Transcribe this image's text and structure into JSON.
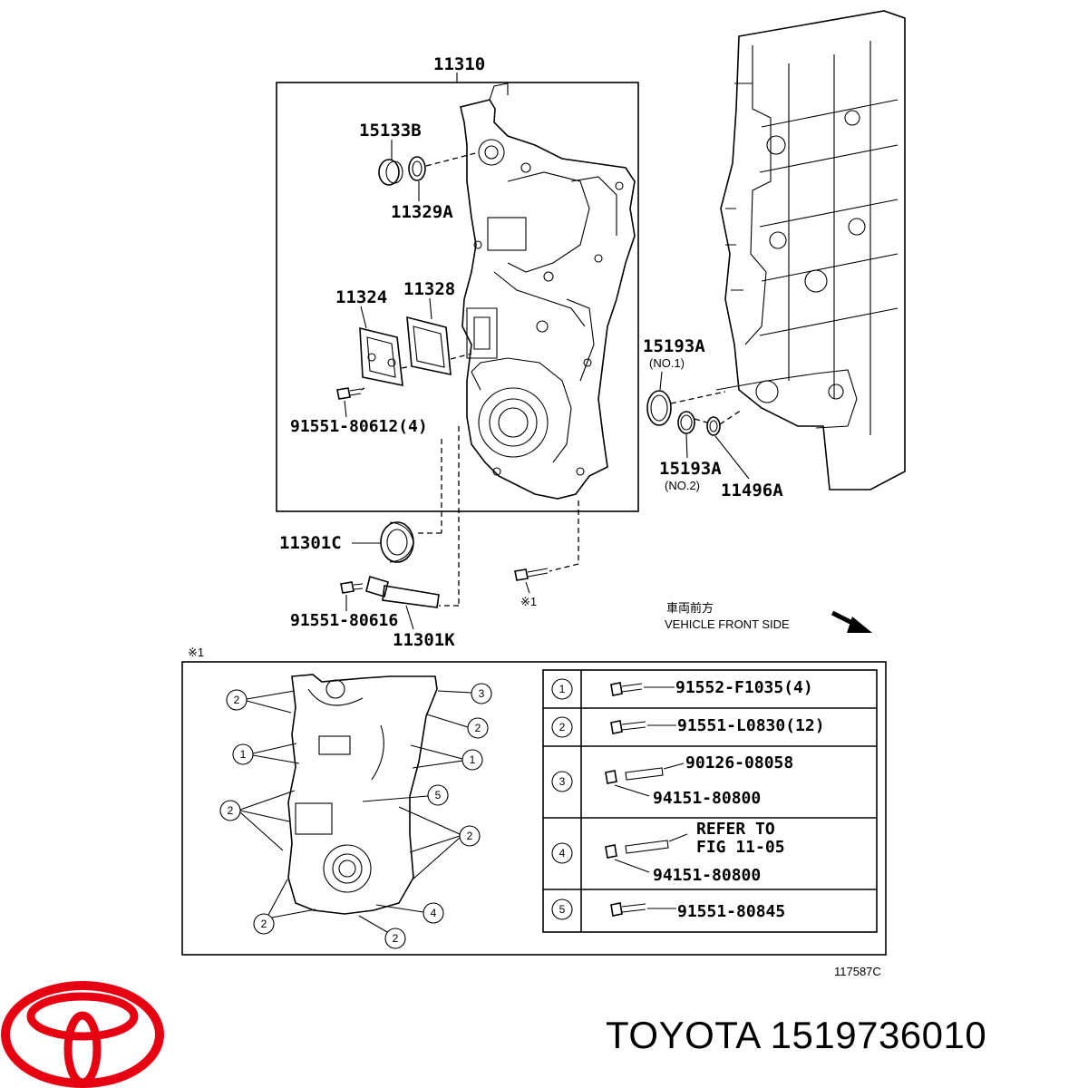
{
  "parts": {
    "p11310": "11310",
    "p15133B": "15133B",
    "p11329A": "11329A",
    "p11324": "11324",
    "p11328": "11328",
    "p91551_80612": "91551-80612(4)",
    "p15193A_top": "15193A",
    "no1": "(NO.1)",
    "p15193A_bot": "15193A",
    "no2": "(NO.2)",
    "p11496A": "11496A",
    "p11301C": "11301C",
    "p91551_80616": "91551-80616",
    "p11301K": "11301K",
    "ref_mark": "※1",
    "ref_mark2": "※1"
  },
  "direction": {
    "jp": "車両前方",
    "en": "VEHICLE FRONT SIDE"
  },
  "callouts": [
    "2",
    "3",
    "2",
    "1",
    "1",
    "5",
    "2",
    "2",
    "2",
    "4",
    "2"
  ],
  "table": {
    "rows": [
      {
        "num": "1",
        "parts": [
          "91552-F1035(4)"
        ]
      },
      {
        "num": "2",
        "parts": [
          "91551-L0830(12)"
        ]
      },
      {
        "num": "3",
        "parts": [
          "90126-08058",
          "94151-80800"
        ]
      },
      {
        "num": "4",
        "parts": [
          "REFER TO",
          "FIG 11-05",
          "94151-80800"
        ]
      },
      {
        "num": "5",
        "parts": [
          "91551-80845"
        ]
      }
    ]
  },
  "figure_code": "117587C",
  "brand": {
    "text": "TOYOTA 1519736010",
    "logo_color": "#e60012"
  }
}
